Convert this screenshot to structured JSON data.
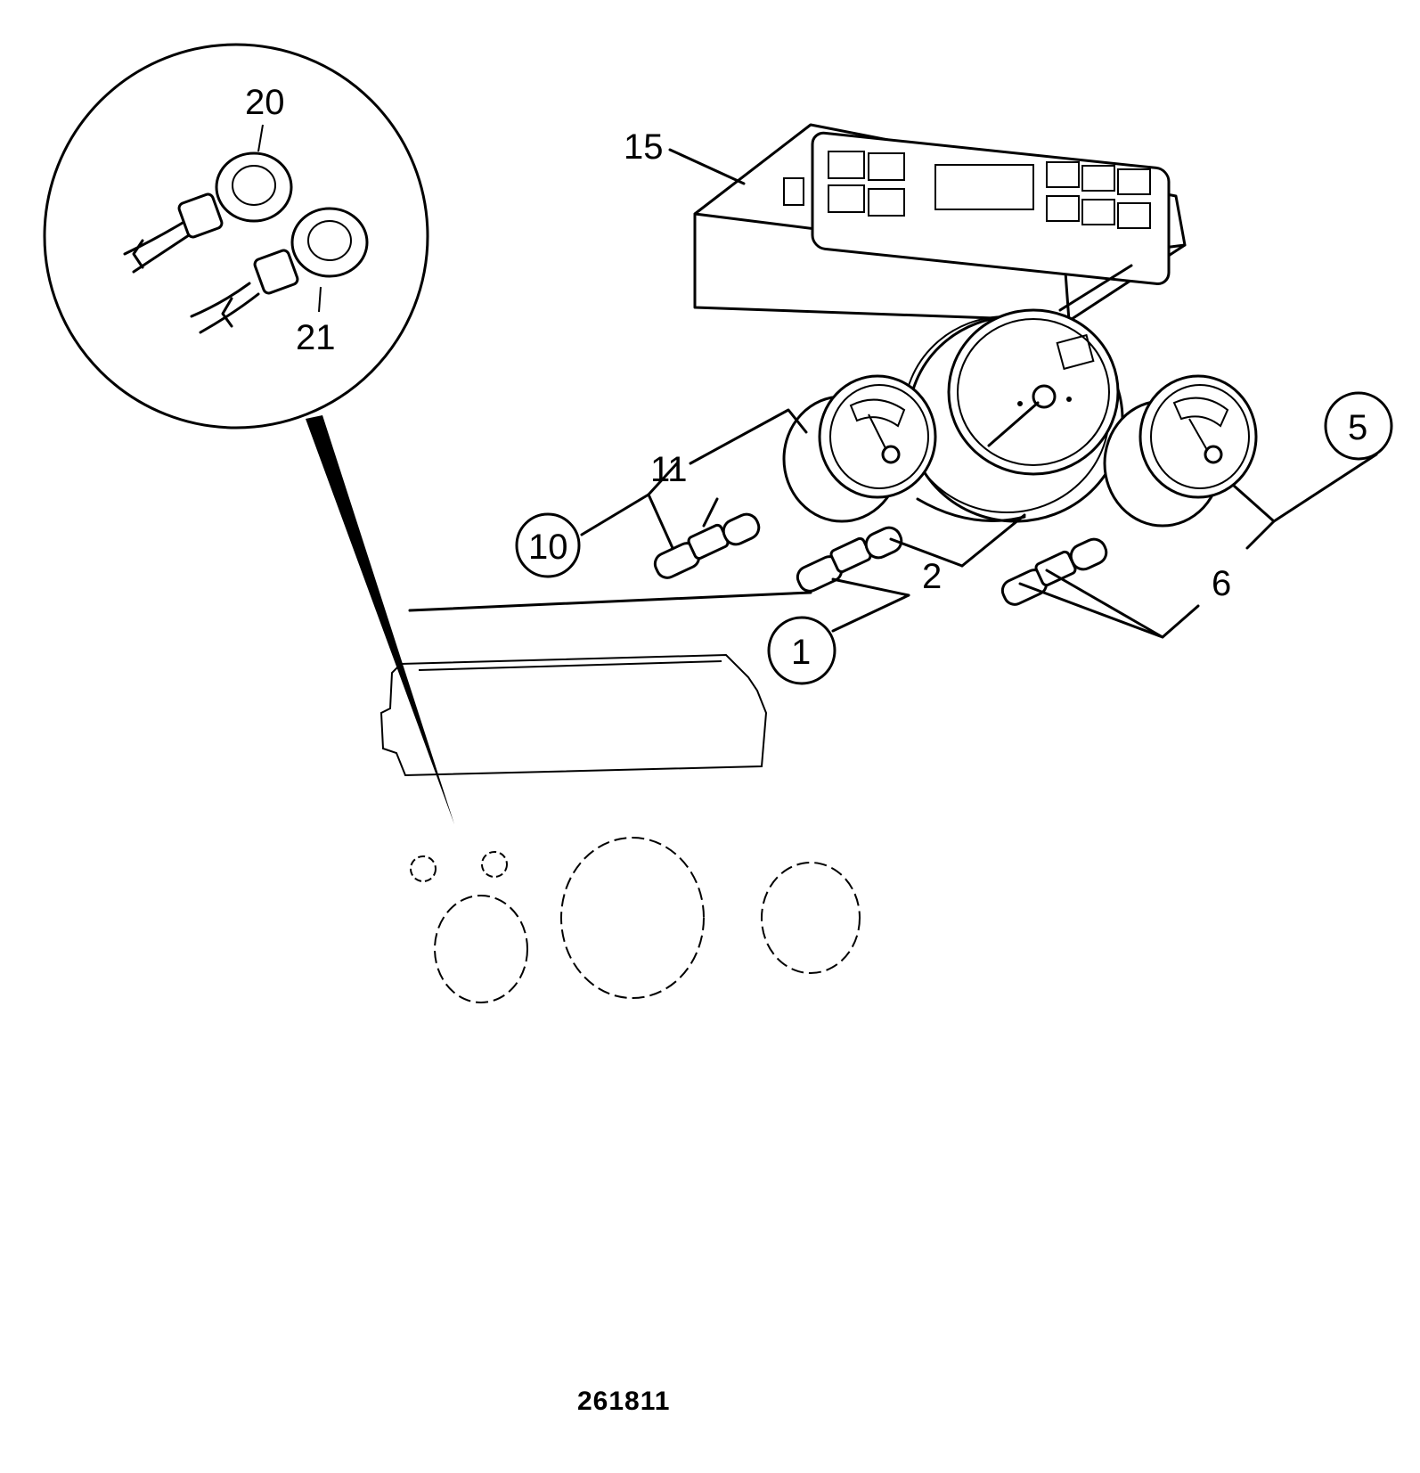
{
  "diagram": {
    "figure_number": "261811",
    "callouts": {
      "c1": "1",
      "c2": "2",
      "c5": "5",
      "c6": "6",
      "c10": "10",
      "c11": "11",
      "c15": "15",
      "c20": "20",
      "c21": "21"
    }
  }
}
